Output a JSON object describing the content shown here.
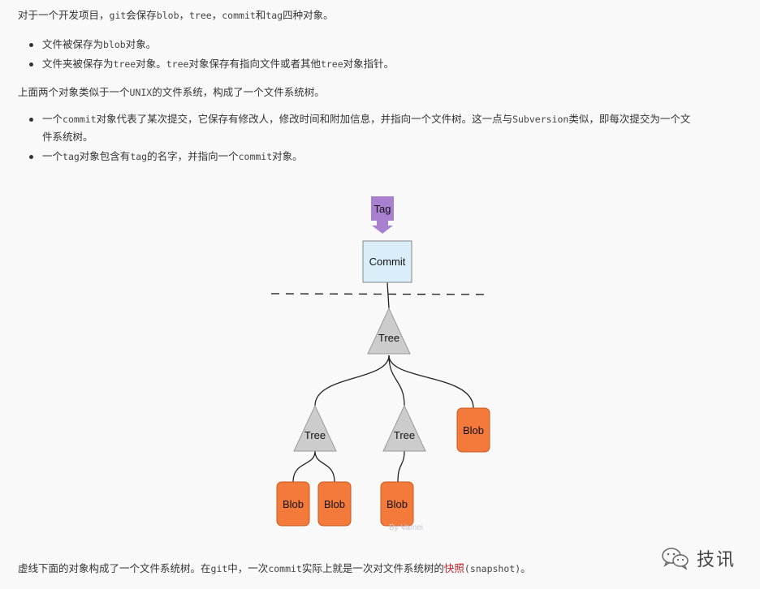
{
  "intro": {
    "t1": "对于一个开发项目，",
    "c1": "git",
    "t2": "会保存",
    "c2": "blob",
    "t3": "，",
    "c3": "tree",
    "t4": "，",
    "c4": "commit",
    "t5": "和",
    "c5": "tag",
    "t6": "四种对象。"
  },
  "list1": {
    "item1": {
      "t1": "文件被保存为",
      "c1": "blob",
      "t2": "对象。"
    },
    "item2": {
      "t1": "文件夹被保存为",
      "c1": "tree",
      "t2": "对象。",
      "c2": "tree",
      "t3": "对象保存有指向文件或者其他",
      "c3": "tree",
      "t4": "对象指针。"
    }
  },
  "para2": {
    "t1": "上面两个对象类似于一个",
    "c1": "UNIX",
    "t2": "的文件系统，构成了一个文件系统树。"
  },
  "list2": {
    "item1": {
      "t1": "一个",
      "c1": "commit",
      "t2": "对象代表了某次提交，它保存有修改人，修改时间和附加信息，并指向一个文件树。这一点与",
      "c2": "Subversion",
      "t3": "类似，即每次提交为一个文",
      "t4": "件系统树。"
    },
    "item2": {
      "t1": "一个",
      "c1": "tag",
      "t2": "对象包含有",
      "c2": "tag",
      "t3": "的名字，并指向一个",
      "c3": "commit",
      "t4": "对象。"
    }
  },
  "diagram": {
    "tag": "Tag",
    "commit": "Commit",
    "tree_root": "Tree",
    "tree_left": "Tree",
    "tree_mid": "Tree",
    "blob_right": "Blob",
    "blob_l1": "Blob",
    "blob_l2": "Blob",
    "blob_mid": "Blob",
    "credit": "By Vamei",
    "colors": {
      "tag": "#a97fd0",
      "commit": "#d9eef8",
      "tree": "#cccccc",
      "blob": "#f47a3c"
    }
  },
  "footer": {
    "t1": "虚线下面的对象构成了一个文件系统树。在",
    "c1": "git",
    "t2": "中，一次",
    "c2": "commit",
    "t3": "实际上就是一次对文件系统树的",
    "link": "快照",
    "c3": "(snapshot)",
    "t4": "。"
  },
  "watermark": {
    "text": "技讯",
    "icon": "wechat-icon"
  }
}
